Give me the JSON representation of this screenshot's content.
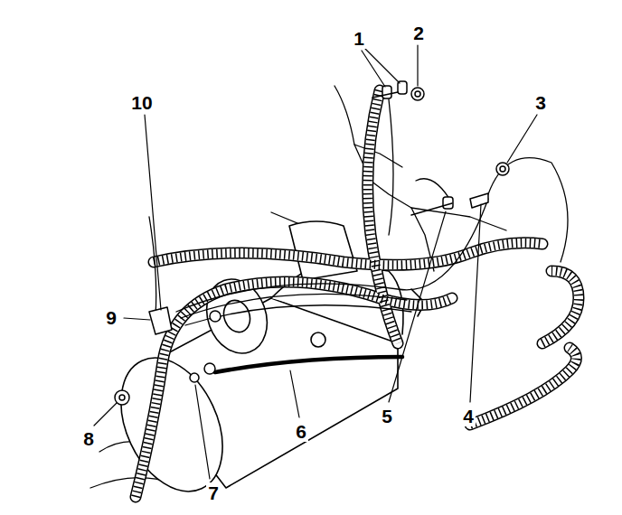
{
  "diagram": {
    "labels": [
      "1",
      "2",
      "3",
      "10",
      "9",
      "8",
      "7",
      "6",
      "5",
      "4"
    ]
  }
}
